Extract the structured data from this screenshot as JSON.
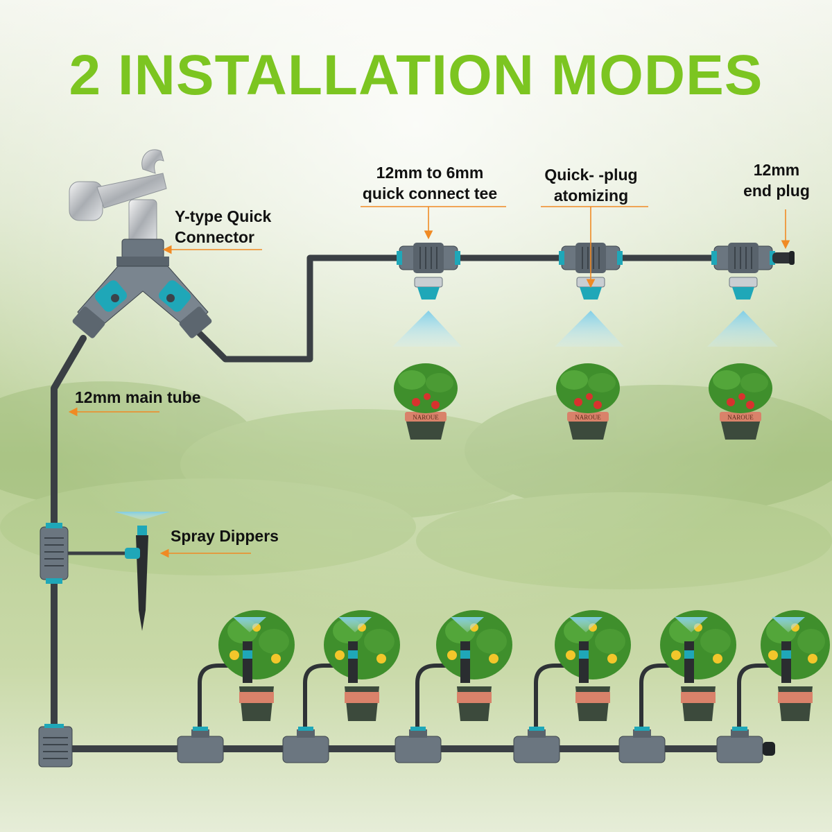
{
  "title": "2 INSTALLATION MODES",
  "labels": {
    "y_connector": [
      "Y-type Quick",
      "Connector"
    ],
    "tee": [
      "12mm to 6mm",
      "quick connect tee"
    ],
    "atomizing": [
      "Quick- -plug",
      "atomizing"
    ],
    "end_plug": [
      "12mm",
      "end plug"
    ],
    "main_tube": "12mm main tube",
    "spray": "Spray Dippers"
  },
  "pot_brand": "NAROUE",
  "colors": {
    "title": "#7cc521",
    "arrow": "#f08a24",
    "tube": "#3a3f44",
    "connector": "#6b7680",
    "accent": "#1fa7b8",
    "mist": "#9fd8ee",
    "pot": "#3c4a3c",
    "pot_band": "#d9826a",
    "leaf": "#3f8f2c",
    "strawberry": "#d8322e",
    "lemon": "#f3c62b"
  },
  "icons": [
    "faucet-icon",
    "y-connector-icon",
    "tee-connector-icon",
    "nozzle-icon",
    "end-plug-icon",
    "stake-sprayer-icon",
    "plant-pot-icon"
  ]
}
